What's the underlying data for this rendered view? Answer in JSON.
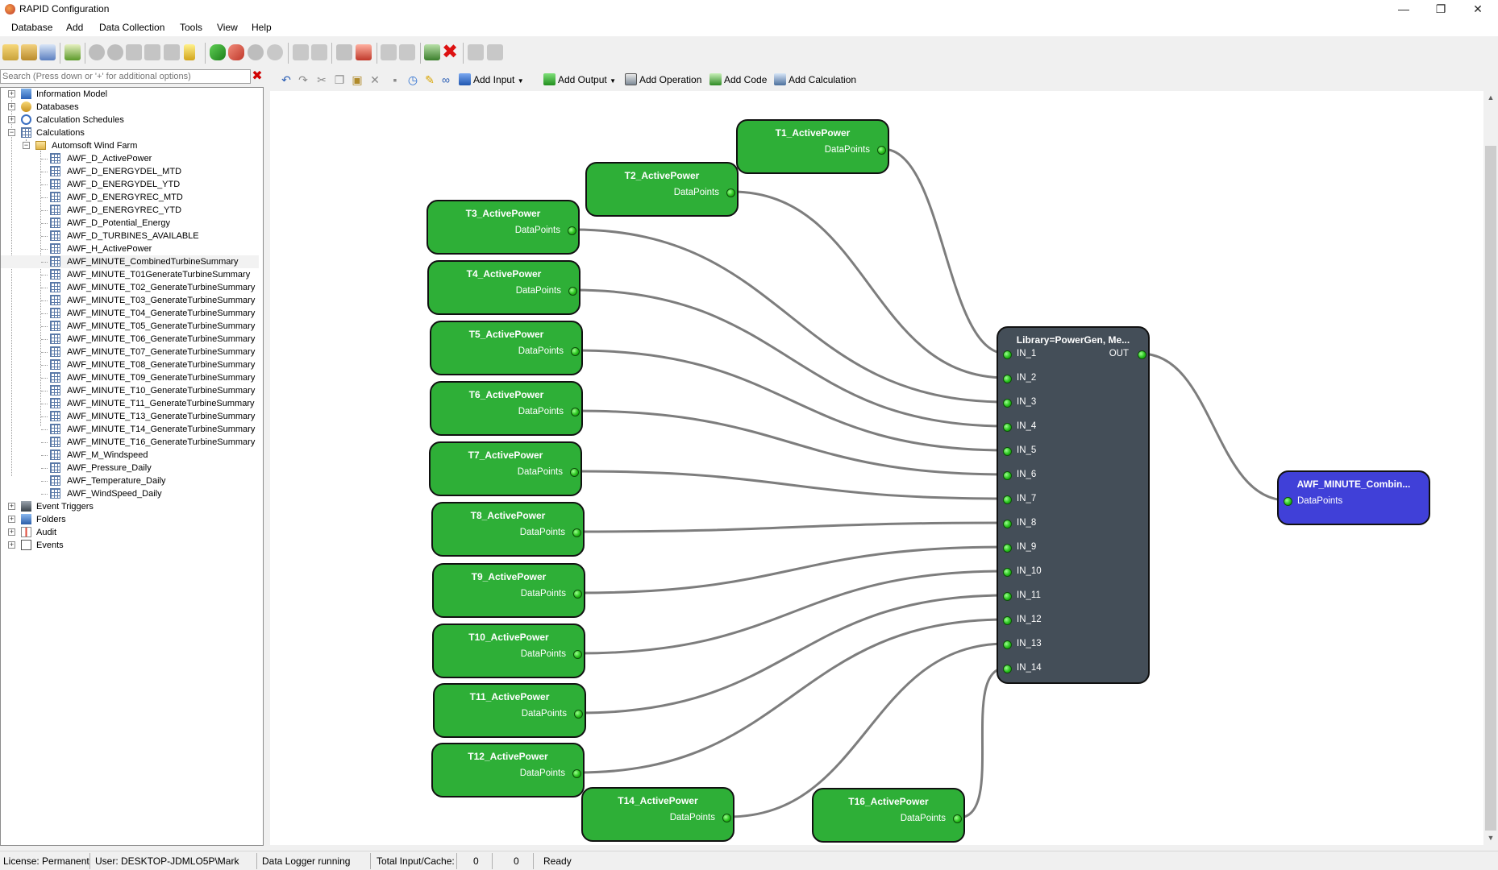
{
  "window": {
    "title": "RAPID Configuration",
    "minimize": "—",
    "restore": "❐",
    "close": "✕"
  },
  "menu": [
    "Database",
    "Add",
    "Data Collection",
    "Tools",
    "View",
    "Help"
  ],
  "search": {
    "placeholder": "Search (Press down or '+' for additional options)",
    "clear_icon": "✖"
  },
  "tree": {
    "roots_top": [
      "Information Model",
      "Databases",
      "Calculation Schedules",
      "Calculations"
    ],
    "folder": "Automsoft Wind Farm",
    "calculations": [
      "AWF_D_ActivePower",
      "AWF_D_ENERGYDEL_MTD",
      "AWF_D_ENERGYDEL_YTD",
      "AWF_D_ENERGYREC_MTD",
      "AWF_D_ENERGYREC_YTD",
      "AWF_D_Potential_Energy",
      "AWF_D_TURBINES_AVAILABLE",
      "AWF_H_ActivePower",
      "AWF_MINUTE_CombinedTurbineSummary",
      "AWF_MINUTE_T01GenerateTurbineSummary",
      "AWF_MINUTE_T02_GenerateTurbineSummary",
      "AWF_MINUTE_T03_GenerateTurbineSummary",
      "AWF_MINUTE_T04_GenerateTurbineSummary",
      "AWF_MINUTE_T05_GenerateTurbineSummary",
      "AWF_MINUTE_T06_GenerateTurbineSummary",
      "AWF_MINUTE_T07_GenerateTurbineSummary",
      "AWF_MINUTE_T08_GenerateTurbineSummary",
      "AWF_MINUTE_T09_GenerateTurbineSummary",
      "AWF_MINUTE_T10_GenerateTurbineSummary",
      "AWF_MINUTE_T11_GenerateTurbineSummary",
      "AWF_MINUTE_T13_GenerateTurbineSummary",
      "AWF_MINUTE_T14_GenerateTurbineSummary",
      "AWF_MINUTE_T16_GenerateTurbineSummary",
      "AWF_M_Windspeed",
      "AWF_Pressure_Daily",
      "AWF_Temperature_Daily",
      "AWF_WindSpeed_Daily"
    ],
    "roots_bottom": [
      "Event Triggers",
      "Folders",
      "Audit",
      "Events"
    ]
  },
  "toolbar2": {
    "add_input": "Add Input",
    "add_output": "Add Output",
    "add_operation": "Add Operation",
    "add_code": "Add Code",
    "add_calculation": "Add Calculation"
  },
  "graph": {
    "inputs": [
      {
        "title": "T1_ActivePower",
        "port": "DataPoints"
      },
      {
        "title": "T2_ActivePower",
        "port": "DataPoints"
      },
      {
        "title": "T3_ActivePower",
        "port": "DataPoints"
      },
      {
        "title": "T4_ActivePower",
        "port": "DataPoints"
      },
      {
        "title": "T5_ActivePower",
        "port": "DataPoints"
      },
      {
        "title": "T6_ActivePower",
        "port": "DataPoints"
      },
      {
        "title": "T7_ActivePower",
        "port": "DataPoints"
      },
      {
        "title": "T8_ActivePower",
        "port": "DataPoints"
      },
      {
        "title": "T9_ActivePower",
        "port": "DataPoints"
      },
      {
        "title": "T10_ActivePower",
        "port": "DataPoints"
      },
      {
        "title": "T11_ActivePower",
        "port": "DataPoints"
      },
      {
        "title": "T12_ActivePower",
        "port": "DataPoints"
      },
      {
        "title": "T14_ActivePower",
        "port": "DataPoints"
      },
      {
        "title": "T16_ActivePower",
        "port": "DataPoints"
      }
    ],
    "operation": {
      "title": "Library=PowerGen, Me...",
      "in_ports": [
        "IN_1",
        "IN_2",
        "IN_3",
        "IN_4",
        "IN_5",
        "IN_6",
        "IN_7",
        "IN_8",
        "IN_9",
        "IN_10",
        "IN_11",
        "IN_12",
        "IN_13",
        "IN_14"
      ],
      "out_port": "OUT"
    },
    "output": {
      "title": "AWF_MINUTE_Combin...",
      "port": "DataPoints"
    },
    "colors": {
      "input": "#2eaf37",
      "operation": "#444e58",
      "output": "#4040d8",
      "wire": "#7d7d7d"
    }
  },
  "status": {
    "license": "License: Permanent",
    "user": "User: DESKTOP-JDMLO5P\\Mark",
    "logger": "Data Logger running",
    "total_label": "Total Input/Cache:",
    "total_input": "0",
    "total_cache": "0",
    "state": "Ready"
  }
}
